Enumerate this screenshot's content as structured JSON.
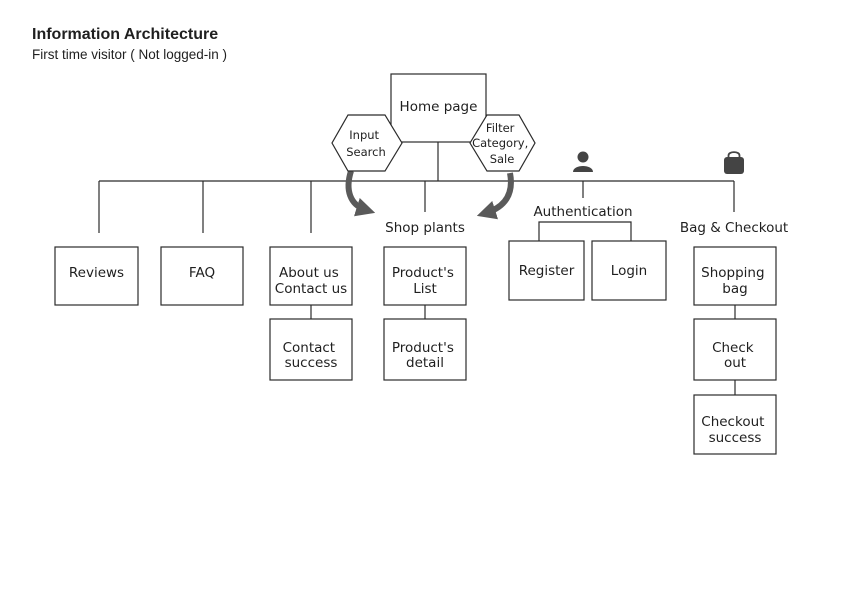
{
  "header": {
    "title": "Information Architecture",
    "subtitle": "First time visitor ( Not logged-in )"
  },
  "colors": {
    "line": "#2b2b2b",
    "arrow": "#5a5a5a",
    "icon": "#444444"
  },
  "icons": {
    "authentication": "user-icon",
    "bag": "shopping-bag-icon"
  },
  "diagram": {
    "home": "Home page",
    "hex_search": [
      "Input",
      "Search"
    ],
    "hex_filter": [
      "Filter",
      "Category,",
      "Sale"
    ],
    "sections": {
      "shop": "Shop plants",
      "auth": "Authentication",
      "bag": "Bag & Checkout"
    },
    "nodes": {
      "reviews": [
        "Reviews"
      ],
      "faq": [
        "FAQ"
      ],
      "about": [
        "About us",
        "Contact us"
      ],
      "contact_success": [
        "Contact",
        "success"
      ],
      "product_list": [
        "Product's",
        "List"
      ],
      "product_detail": [
        "Product's",
        "detail"
      ],
      "register": [
        "Register"
      ],
      "login": [
        "Login"
      ],
      "shopping_bag": [
        "Shopping",
        "bag"
      ],
      "check_out": [
        "Check",
        "out"
      ],
      "checkout_success": [
        "Checkout",
        "success"
      ]
    }
  }
}
